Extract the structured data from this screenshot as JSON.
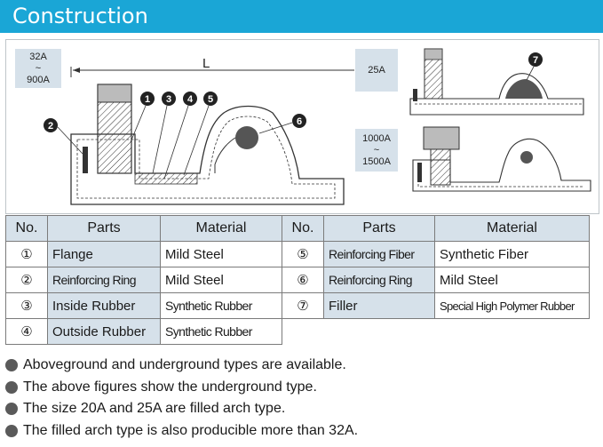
{
  "header": {
    "title": "Construction"
  },
  "diagram": {
    "size_main": [
      "32A",
      "~",
      "900A"
    ],
    "length_label": "L",
    "size_small": "25A",
    "size_large": [
      "1000A",
      "~",
      "1500A"
    ],
    "markers": [
      "1",
      "2",
      "3",
      "4",
      "5",
      "6",
      "7"
    ]
  },
  "table": {
    "headers": [
      "No.",
      "Parts",
      "Material",
      "No.",
      "Parts",
      "Material"
    ],
    "rows": [
      {
        "no1": "①",
        "part1": "Flange",
        "mat1": "Mild Steel",
        "no2": "⑤",
        "part2": "Reinforcing Fiber",
        "mat2": "Synthetic Fiber"
      },
      {
        "no1": "②",
        "part1": "Reinforcing Ring",
        "mat1": "Mild Steel",
        "no2": "⑥",
        "part2": "Reinforcing Ring",
        "mat2": "Mild Steel"
      },
      {
        "no1": "③",
        "part1": "Inside Rubber",
        "mat1": "Synthetic Rubber",
        "no2": "⑦",
        "part2": "Filler",
        "mat2": "Special High Polymer Rubber"
      },
      {
        "no1": "④",
        "part1": "Outside Rubber",
        "mat1": "Synthetic Rubber"
      }
    ]
  },
  "notes": [
    "Aboveground and underground types are available.",
    "The above figures show the underground type.",
    "The size 20A and 25A are filled arch type.",
    "The filled arch type is also producible more than 32A."
  ]
}
